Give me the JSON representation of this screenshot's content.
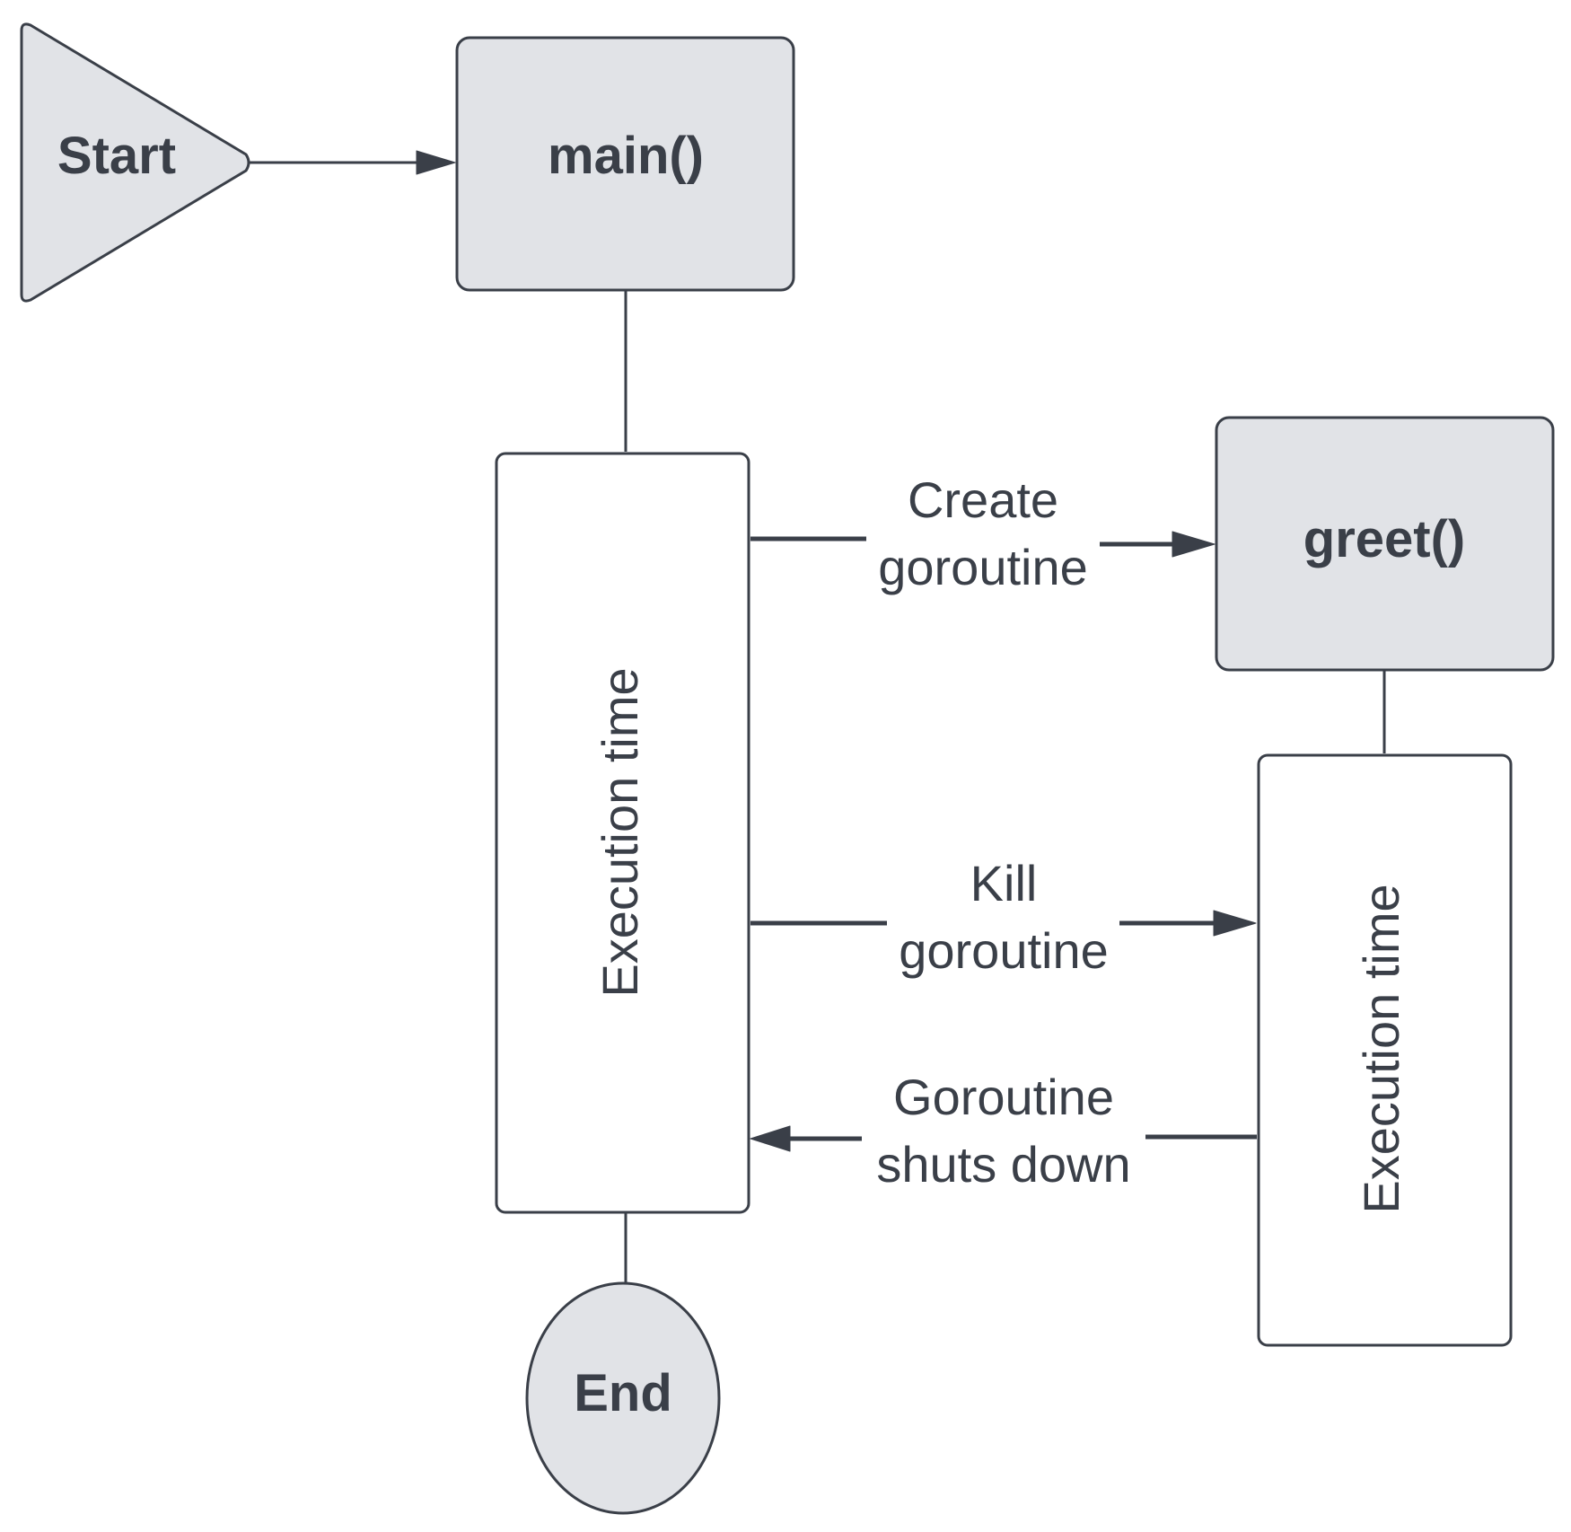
{
  "colors": {
    "stroke": "#3a3f48",
    "node_fill": "#e1e3e7",
    "lifeline_fill": "#ffffff",
    "text": "#3a3f48",
    "background": "#ffffff"
  },
  "nodes": {
    "start": {
      "label": "Start",
      "shape": "triangle"
    },
    "main": {
      "label": "main()",
      "shape": "rounded-rectangle"
    },
    "main_exec": {
      "label": "Execution time",
      "shape": "rectangle",
      "orientation": "vertical"
    },
    "greet": {
      "label": "greet()",
      "shape": "rounded-rectangle"
    },
    "greet_exec": {
      "label": "Execution time",
      "shape": "rectangle",
      "orientation": "vertical"
    },
    "end": {
      "label": "End",
      "shape": "ellipse"
    }
  },
  "edges": {
    "create": {
      "from": "main_exec",
      "to": "greet",
      "line1": "Create",
      "line2": "goroutine"
    },
    "kill": {
      "from": "main_exec",
      "to": "greet_exec",
      "line1": "Kill",
      "line2": "goroutine"
    },
    "shutdown": {
      "from": "greet_exec",
      "to": "main_exec",
      "line1": "Goroutine",
      "line2": "shuts down"
    }
  }
}
